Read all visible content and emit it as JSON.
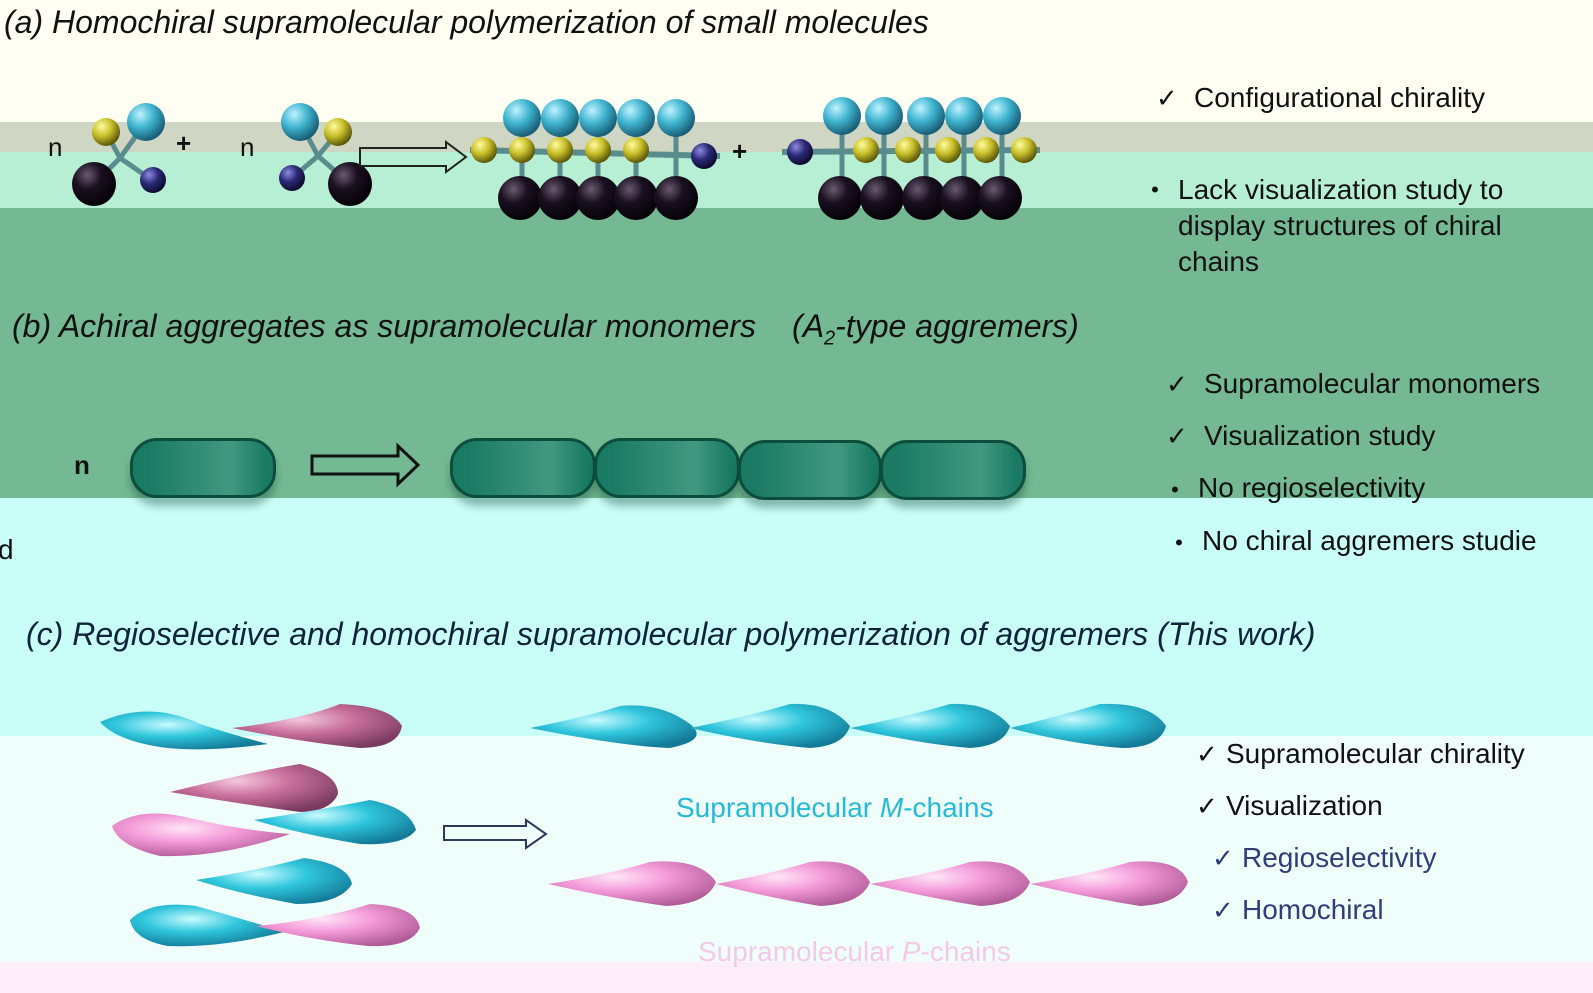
{
  "panel_a": {
    "title": "(a) Homochiral supramolecular polymerization of small molecules",
    "n1": "n",
    "plus1": "+",
    "n2": "n",
    "plus2": "+",
    "checks": [
      {
        "mark": "✓",
        "text": "Configurational chirality"
      },
      {
        "mark": "•",
        "text": "Lack visualization study to\ndisplay structures of chiral\nchains"
      }
    ]
  },
  "panel_b": {
    "title": "(b) Achiral aggregates as supramolecular monomers",
    "title_suffix_pre": "(A",
    "title_suffix_sub": "2",
    "title_suffix_post": "-type aggremers)",
    "n": "n",
    "fragment": "d",
    "checks": [
      {
        "mark": "✓",
        "text": "Supramolecular monomers"
      },
      {
        "mark": "✓",
        "text": "Visualization study"
      },
      {
        "mark": "•",
        "text": "No regioselectivity"
      },
      {
        "mark": "•",
        "text": "No chiral aggremers studie"
      }
    ]
  },
  "panel_c": {
    "title": "(c) Regioselective and homochiral supramolecular polymerization of aggremers (This work)",
    "m_chain_pre": "Supramolecular ",
    "m_chain_italic": "M",
    "m_chain_post": "-chains",
    "p_chain_pre": "Supramolecular ",
    "p_chain_italic": "P",
    "p_chain_post": "-chains",
    "checks": [
      {
        "mark": "✓",
        "text": "Supramolecular chirality"
      },
      {
        "mark": "✓",
        "text": "Visualization"
      },
      {
        "mark": "✓",
        "text": "Regioselectivity"
      },
      {
        "mark": "✓",
        "text": "Homochiral"
      }
    ]
  },
  "colors": {
    "cyan_spiral": "#2fc6dc",
    "pink_spiral": "#f39ad8",
    "mauve_spiral": "#c9709c",
    "pill_green": "#1a7a63",
    "sphere_black": "#1a1020",
    "sphere_cyan": "#3fb4cf",
    "sphere_yellow": "#c9c02a",
    "sphere_navy": "#2c2a78"
  }
}
